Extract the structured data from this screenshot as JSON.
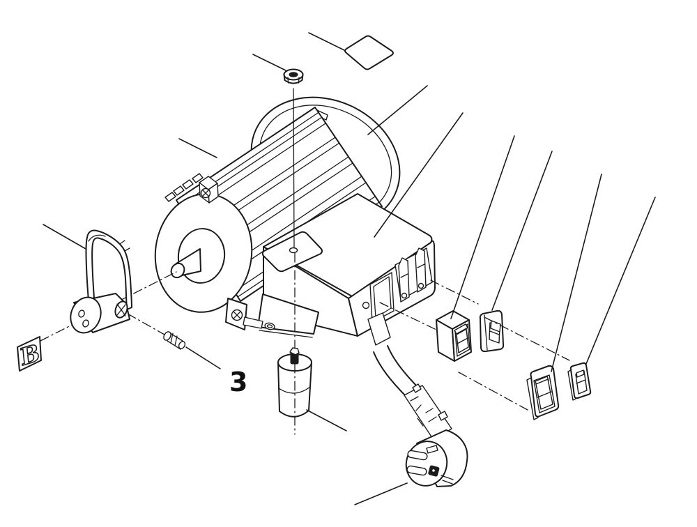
{
  "diagram": {
    "type": "exploded-parts-line-drawing",
    "subject": "electric motor with terminal box, power cord and switches",
    "background_color": "#ffffff",
    "line_color": "#1b1b1b",
    "labels": {
      "view_label": "B",
      "part_number": "3"
    },
    "parts": [
      {
        "name": "hex-nut"
      },
      {
        "name": "name-plate"
      },
      {
        "name": "motor-body"
      },
      {
        "name": "motor-rear-housing"
      },
      {
        "name": "terminal-box"
      },
      {
        "name": "capacitor"
      },
      {
        "name": "power-cord-plug"
      },
      {
        "name": "rocker-switch-large-1"
      },
      {
        "name": "rocker-switch-small-1"
      },
      {
        "name": "rocker-switch-large-2"
      },
      {
        "name": "rocker-switch-small-2"
      },
      {
        "name": "handle-lever"
      },
      {
        "name": "pin-bushing"
      }
    ]
  }
}
